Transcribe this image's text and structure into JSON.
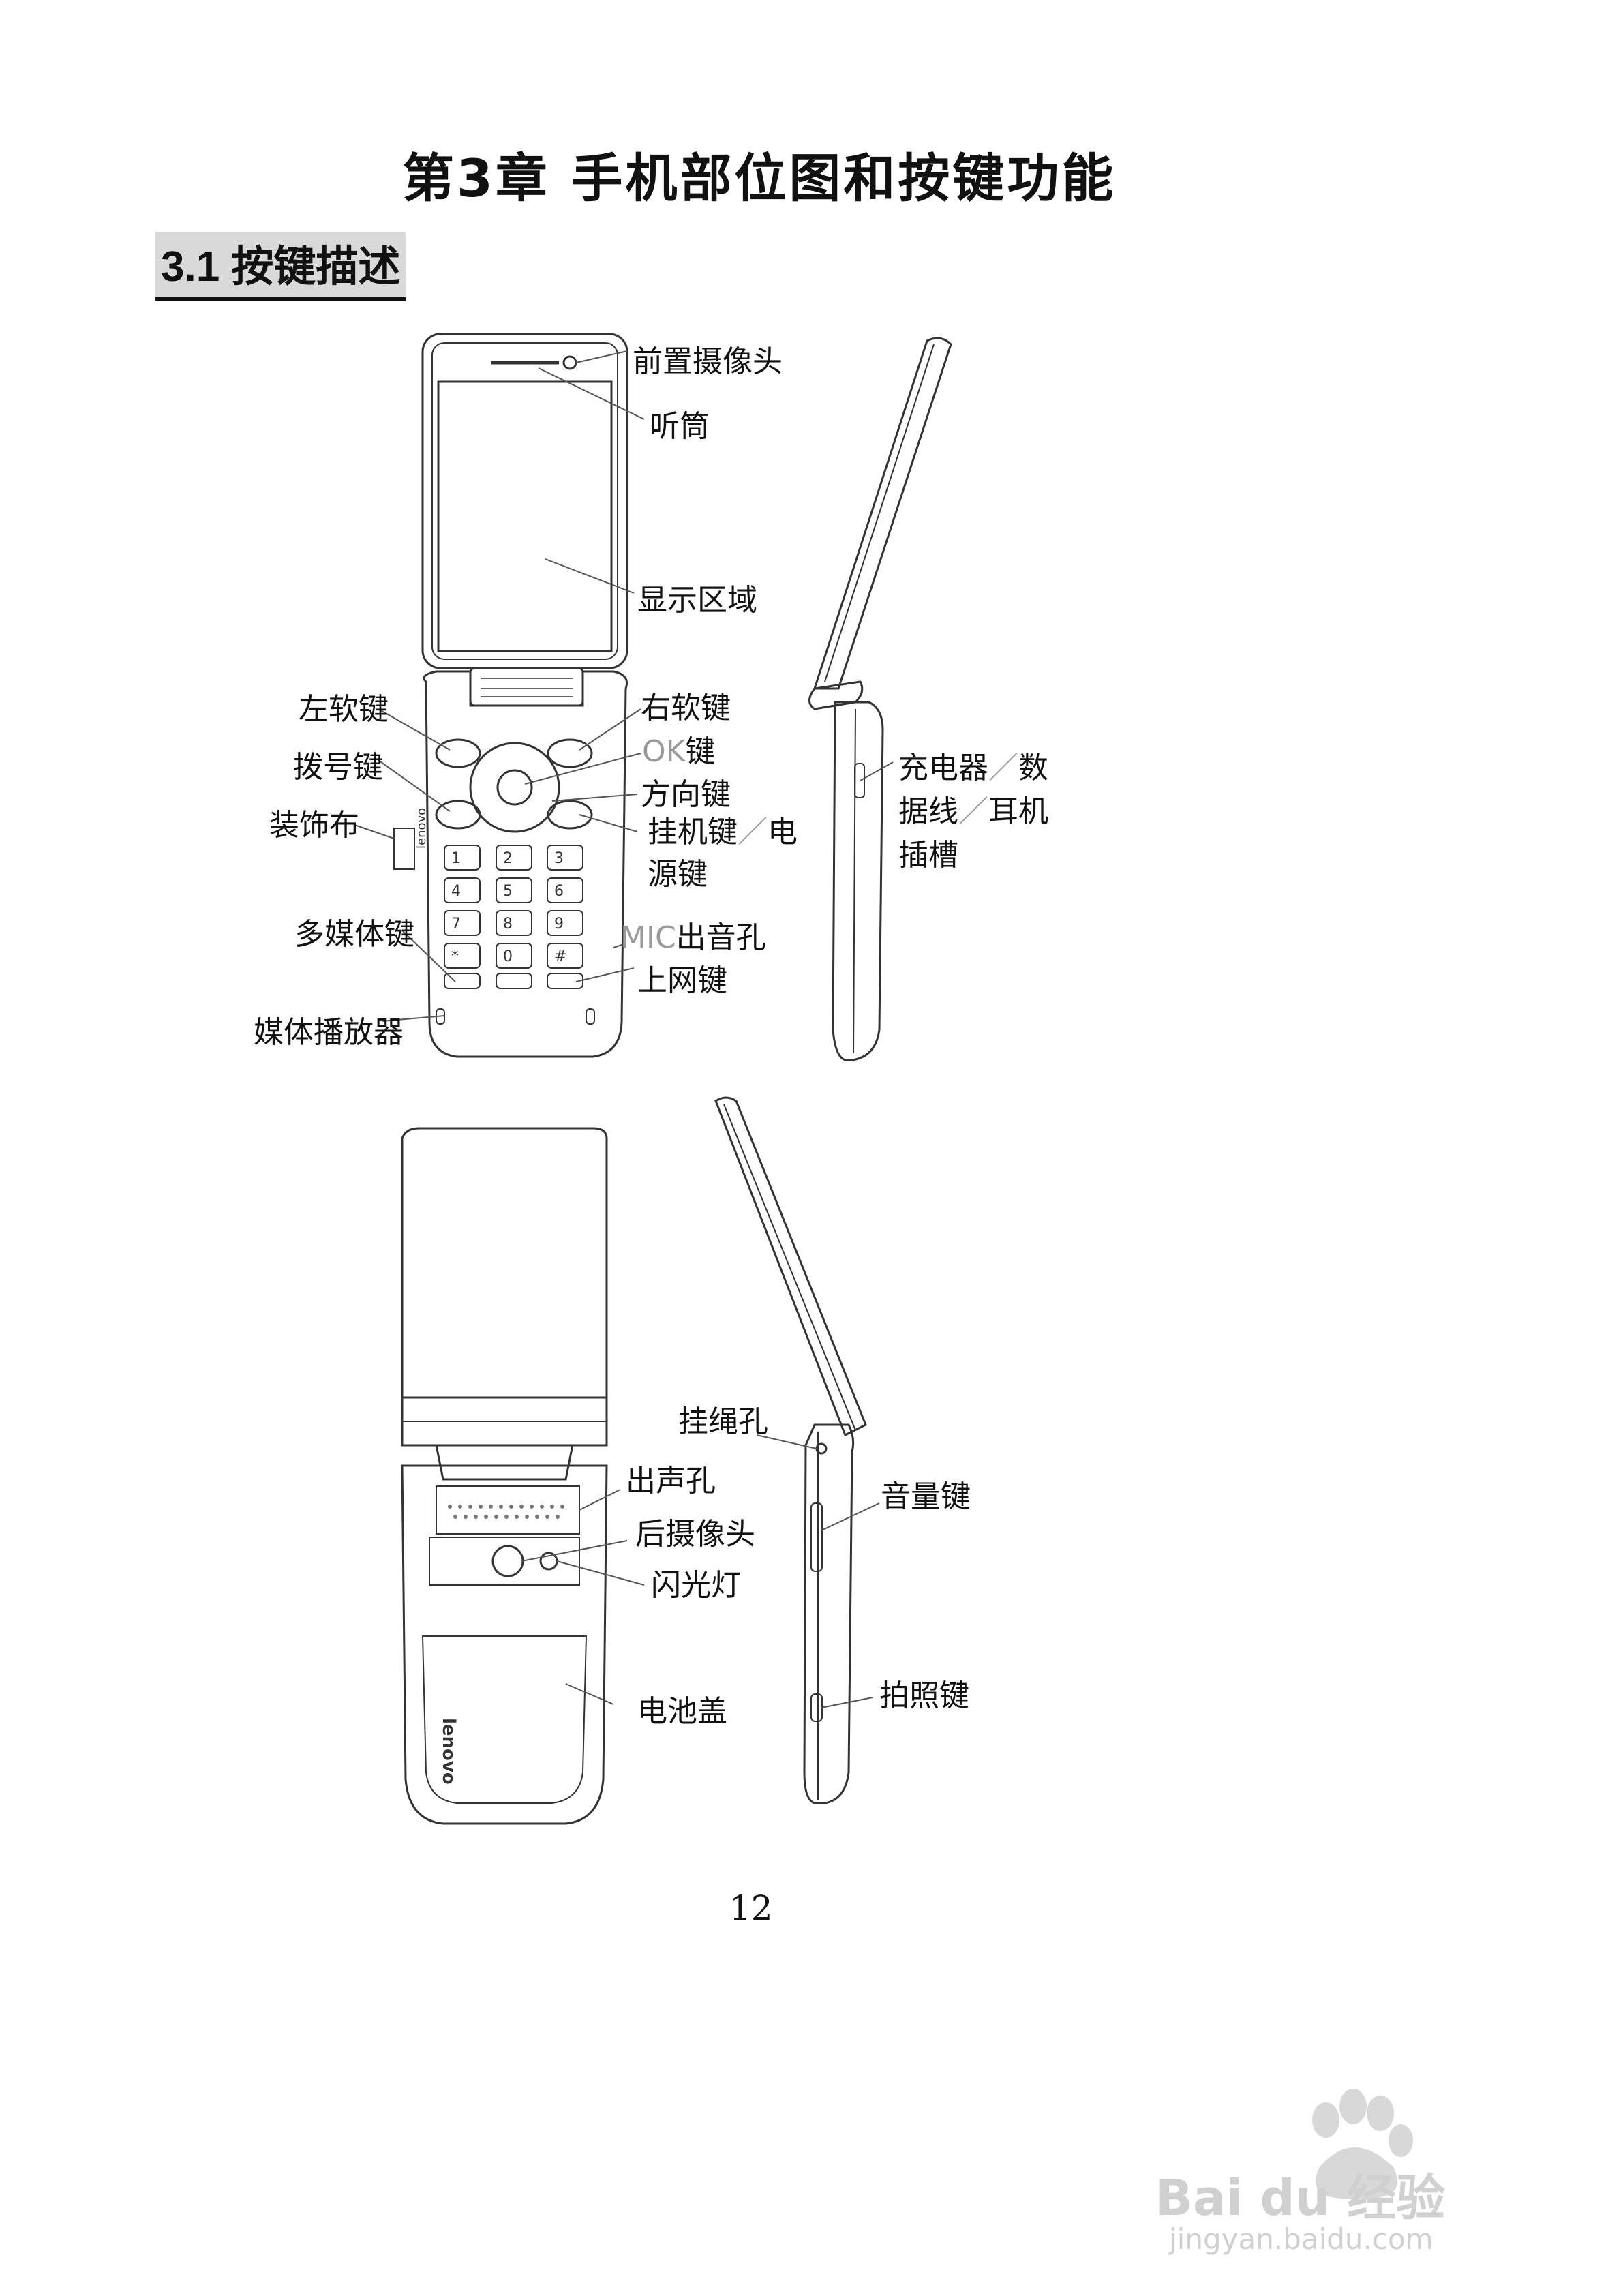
{
  "chapter_title": "第3章  手机部位图和按键功能",
  "section_title": "3.1  按键描述",
  "labels": {
    "front_camera": "前置摄像头",
    "receiver": "听筒",
    "display_area": "显示区域",
    "left_soft_key": "左软键",
    "right_soft_key": "右软键",
    "dial_key": "拨号键",
    "ok_key_prefix": "OK",
    "ok_key_suffix": "键",
    "direction_key": "方向键",
    "decor_cloth": "装饰布",
    "end_power_key_line1_a": "挂机键",
    "end_power_key_line1_b": "电",
    "end_power_key_line2": "源键",
    "multimedia_key": "多媒体键",
    "mic_prefix": "MIC",
    "mic_suffix": "出音孔",
    "internet_key": "上网键",
    "media_player": "媒体播放器",
    "charger_line1_a": "充电器",
    "charger_line1_b": "数",
    "charger_line2_a": "据线",
    "charger_line2_b": "耳机",
    "charger_line3": "插槽",
    "lanyard_hole": "挂绳孔",
    "speaker_hole": "出声孔",
    "rear_camera": "后摄像头",
    "flash": "闪光灯",
    "volume_key": "音量键",
    "battery_cover": "电池盖",
    "camera_key": "拍照键"
  },
  "phone_brand": "lenovo",
  "keypad_keys": [
    "1",
    "2",
    "3",
    "4",
    "5",
    "6",
    "7",
    "8",
    "9",
    "*",
    "0",
    "#"
  ],
  "page_number": "12",
  "watermark": {
    "brand": "Bai du 经验",
    "url": "jingyan.baidu.com"
  }
}
